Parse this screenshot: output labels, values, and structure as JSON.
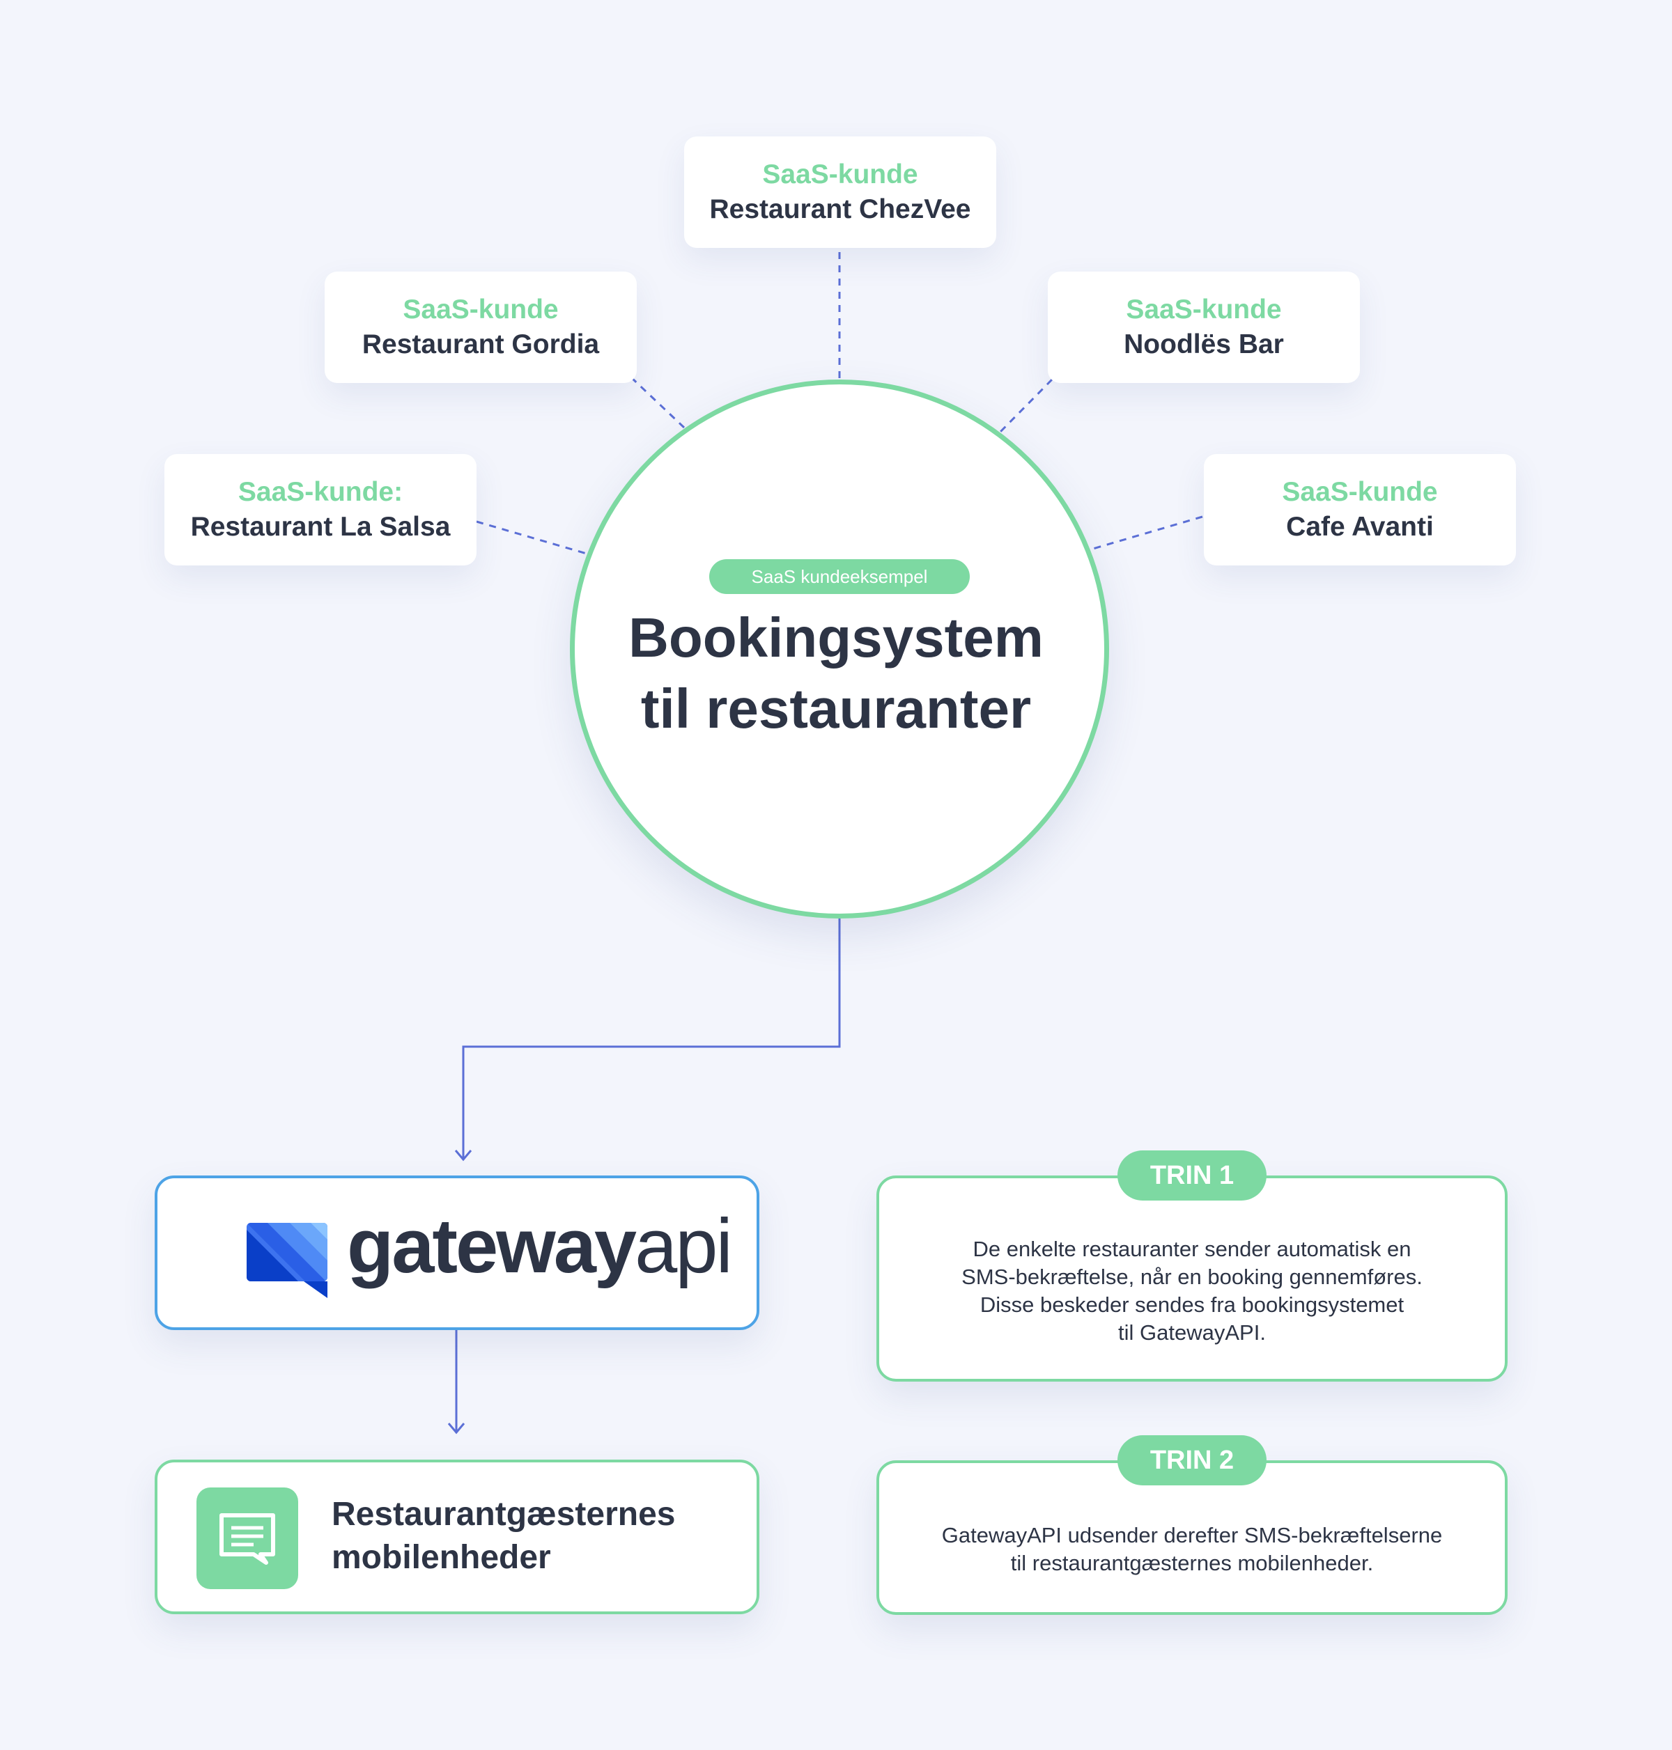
{
  "customers": [
    {
      "tag": "SaaS-kunde",
      "name": "Restaurant ChezVee"
    },
    {
      "tag": "SaaS-kunde",
      "name": "Restaurant Gordia"
    },
    {
      "tag": "SaaS-kunde",
      "name": "Noodlës Bar"
    },
    {
      "tag": "SaaS-kunde:",
      "name": "Restaurant La Salsa"
    },
    {
      "tag": "SaaS-kunde",
      "name": "Cafe Avanti"
    }
  ],
  "hub": {
    "pill": "SaaS kundeeksempel",
    "title_line1": "Bookingsystem",
    "title_line2": "til restauranter"
  },
  "gateway": {
    "brand_bold": "gateway",
    "brand_light": "api"
  },
  "destination": {
    "line1": "Restaurantgæsternes",
    "line2": "mobilenheder"
  },
  "steps": [
    {
      "badge": "TRIN 1",
      "lines": [
        "De enkelte restauranter sender automatisk en",
        "SMS-bekræftelse, når en booking gennemføres.",
        "Disse beskeder sendes fra bookingsystemet",
        "til GatewayAPI."
      ]
    },
    {
      "badge": "TRIN 2",
      "lines": [
        "GatewayAPI udsender derefter SMS-bekræftelserne",
        "til restaurantgæsternes mobilenheder."
      ]
    }
  ],
  "colors": {
    "background": "#f3f5fc",
    "accent_green": "#7dd9a2",
    "connector_blue": "#5b6fd6",
    "gateway_border": "#4da3e6",
    "text_dark": "#2d3445"
  },
  "icons": [
    "gatewayapi-logo-icon",
    "message-icon"
  ]
}
